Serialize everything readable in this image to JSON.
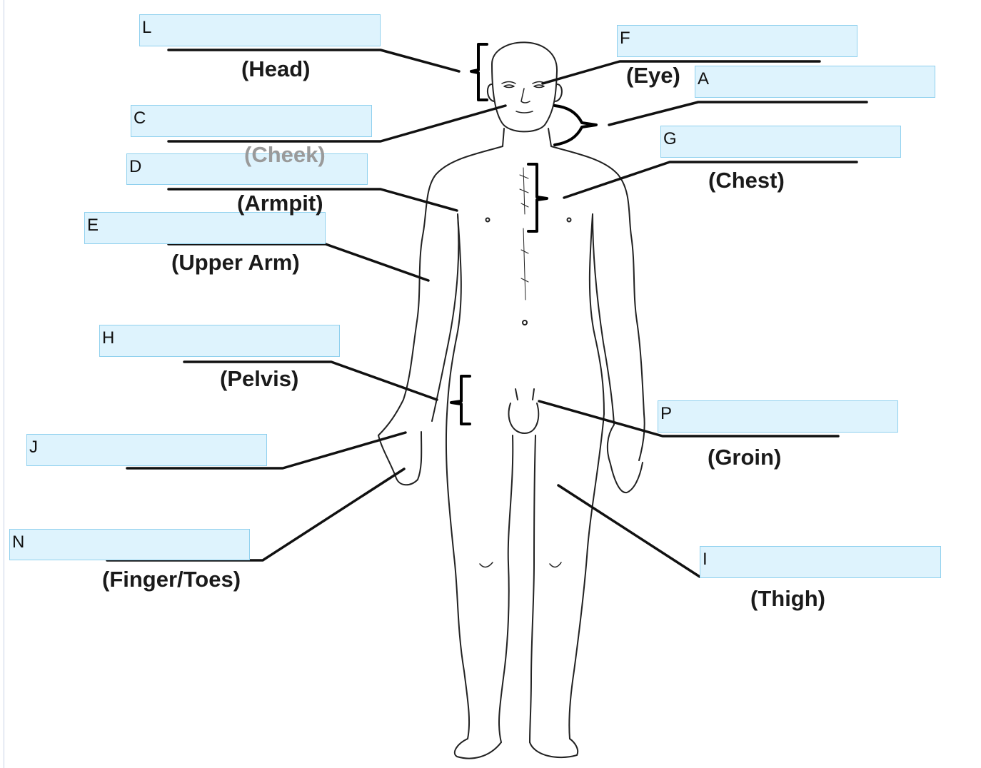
{
  "diagram": {
    "labels": [
      {
        "id": "head",
        "letter": "L",
        "term": "(Head)"
      },
      {
        "id": "cheek",
        "letter": "C",
        "term": "(Cheek)"
      },
      {
        "id": "armpit",
        "letter": "D",
        "term": "(Armpit)"
      },
      {
        "id": "upper-arm",
        "letter": "E",
        "term": "(Upper Arm)"
      },
      {
        "id": "pelvis",
        "letter": "H",
        "term": "(Pelvis)"
      },
      {
        "id": "hand",
        "letter": "J",
        "term": ""
      },
      {
        "id": "finger-toes",
        "letter": "N",
        "term": "(Finger/Toes)"
      },
      {
        "id": "eye",
        "letter": "F",
        "term": "(Eye)"
      },
      {
        "id": "neck",
        "letter": "A",
        "term": ""
      },
      {
        "id": "chest",
        "letter": "G",
        "term": "(Chest)"
      },
      {
        "id": "groin",
        "letter": "P",
        "term": "(Groin)"
      },
      {
        "id": "thigh",
        "letter": "I",
        "term": "(Thigh)"
      }
    ],
    "colors": {
      "drop_zone_fill": "#def3fd",
      "drop_zone_border": "#8fd0ee",
      "leader_line": "#111111",
      "figure_outline": "#222222",
      "muted_term": "#9a9a9a"
    }
  }
}
